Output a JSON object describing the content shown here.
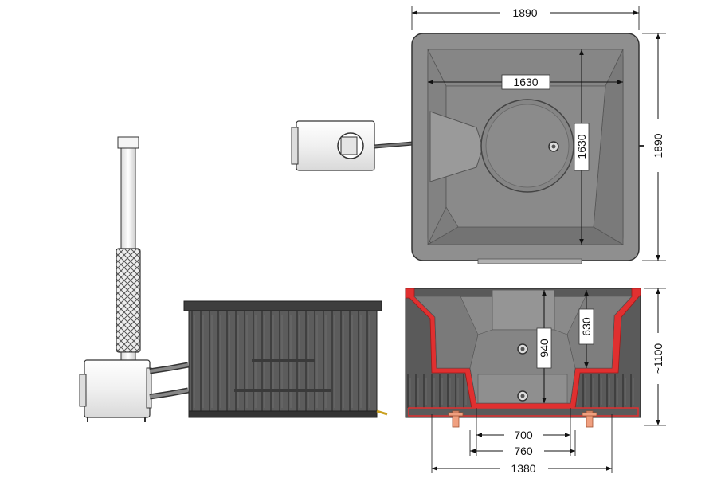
{
  "dimensions": {
    "top_width": "1890",
    "top_height": "1890",
    "inner_width": "1630",
    "inner_height": "1630",
    "section_height": "~1100",
    "seat_depth": "940",
    "footwell_depth": "630",
    "bottom_700": "700",
    "bottom_760": "760",
    "bottom_1380": "1380"
  },
  "colors": {
    "tub_shell": "#8a8a8a",
    "tub_dark": "#6f6f6f",
    "wood": "#5e5e5e",
    "liner_edge": "#e03030",
    "heater_body": "#f2f2f2",
    "fitting": "#f0a080"
  }
}
